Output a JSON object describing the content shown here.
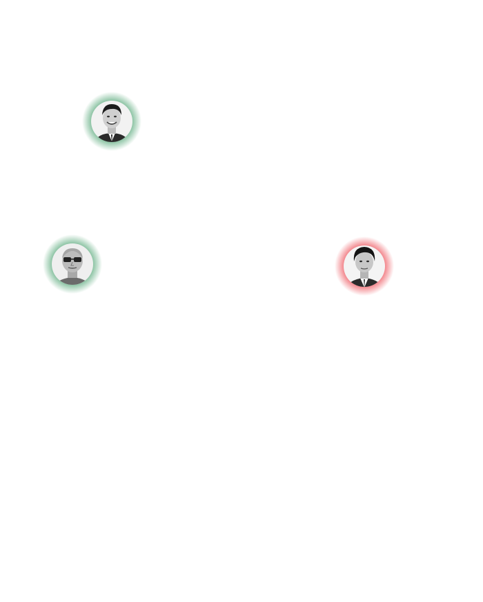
{
  "nodes": [
    {
      "id": "node-a",
      "icon": "portrait-smiling-man-icon",
      "halo_color": "#1e8a4c"
    },
    {
      "id": "node-b",
      "icon": "portrait-man-with-glasses-icon",
      "halo_color": "#1e8a4c"
    },
    {
      "id": "node-c",
      "icon": "portrait-man-in-suit-icon",
      "halo_color": "#e8222d"
    }
  ],
  "colors": {
    "background": "#ffffff",
    "halo_green": "#1e8a4c",
    "halo_red": "#e8222d"
  }
}
